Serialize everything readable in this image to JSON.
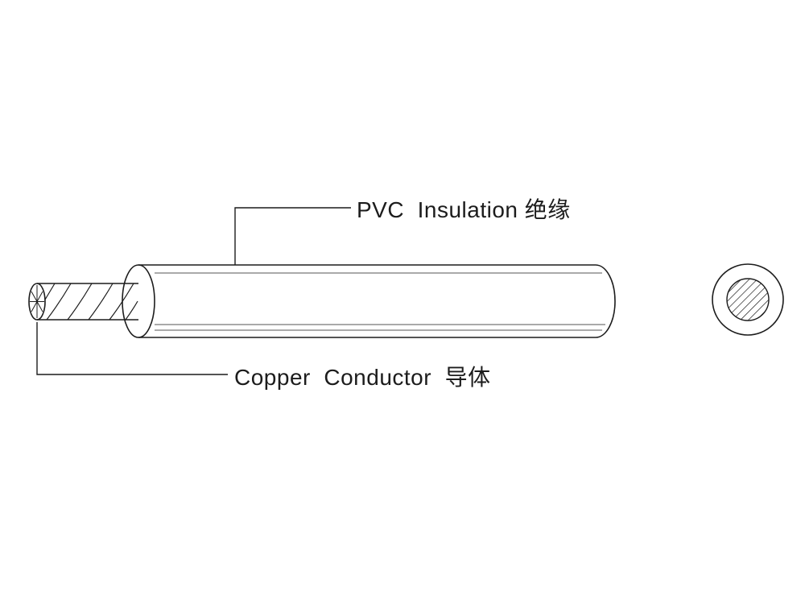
{
  "diagram": {
    "type": "wire-cross-section-diagram",
    "labels": {
      "insulation": "PVC  Insulation 绝缘",
      "conductor": "Copper  Conductor  导体"
    },
    "parts": [
      {
        "name": "pvc-insulation",
        "description": "outer insulation sleeve of the wire"
      },
      {
        "name": "copper-conductor",
        "description": "stranded copper conductor exposed at left end"
      },
      {
        "name": "cross-section",
        "description": "end view circle with hatched conductor core"
      }
    ],
    "colors": {
      "line": "#1c1c1c",
      "thin_line": "#555555",
      "background": "#ffffff"
    }
  }
}
